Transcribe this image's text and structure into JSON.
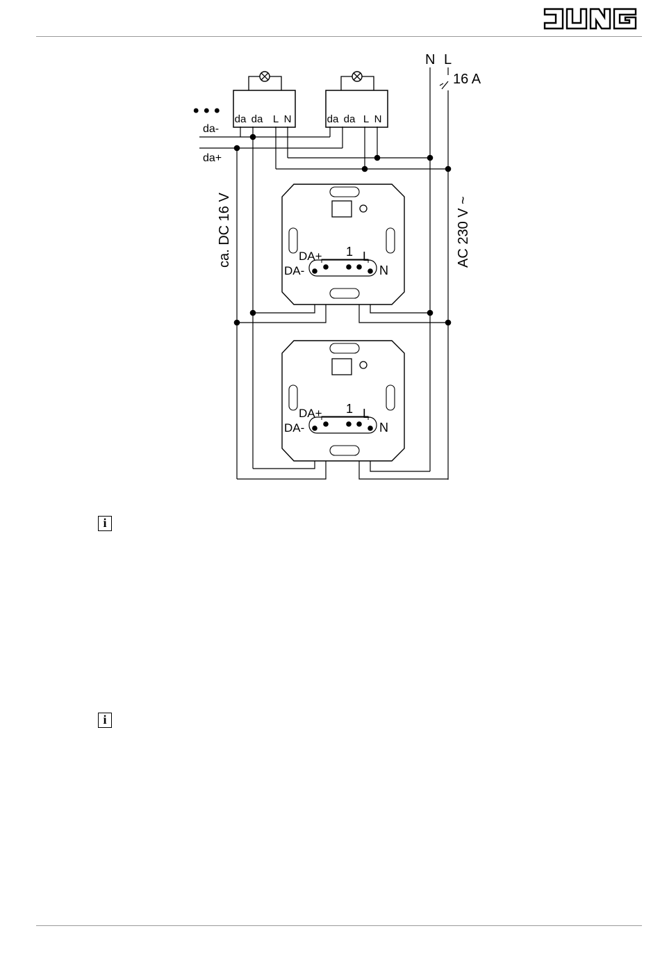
{
  "header": {
    "brand": "JUNG",
    "brand_color": "#000000"
  },
  "diagram": {
    "supply_labels": {
      "n": "N",
      "l": "L",
      "fuse": "16 A"
    },
    "bus_labels": {
      "dots": "• • •",
      "da_minus": "da-",
      "da_plus": "da+"
    },
    "voltage_dc": "ca. DC 16 V",
    "voltage_ac": "AC 230 V ~",
    "ballast_terminals": [
      "da",
      "da",
      "L",
      "N"
    ],
    "device_labels": {
      "da_plus": "DA+",
      "da_minus": "DA-",
      "one": "1",
      "l": "L",
      "n": "N"
    }
  },
  "notes": [
    {
      "icon": "info-icon",
      "glyph": "i"
    },
    {
      "icon": "info-icon",
      "glyph": "i"
    }
  ]
}
